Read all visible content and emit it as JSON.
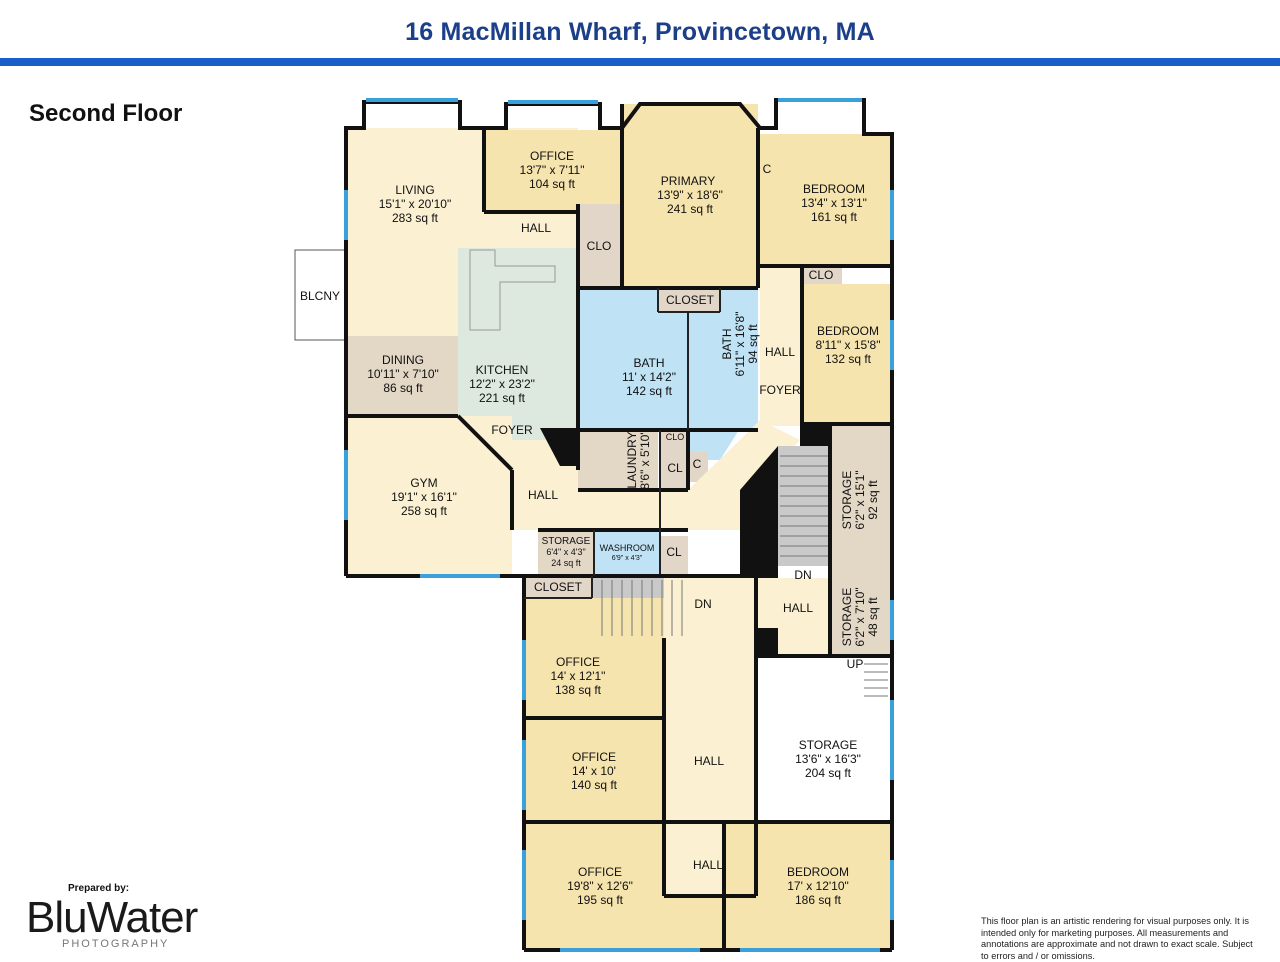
{
  "header": {
    "title": "16 MacMillan Wharf, Provincetown, MA",
    "floor": "Second Floor",
    "accent_color": "#1a5fc9",
    "title_color": "#1c3f8a"
  },
  "colors": {
    "room": "#fbf1d2",
    "office": "#f6e4ae",
    "bath": "#bfe3f5",
    "closet": "#e2d6c8",
    "dining": "#e3d7c6",
    "kitchen": "#dde8df",
    "stairs": "#c9c9c9",
    "window": "#3aa0dc",
    "wall": "#111111"
  },
  "rooms": {
    "living": {
      "name": "LIVING",
      "dims": "15'1\" x 20'10\"",
      "area": "283 sq ft"
    },
    "office_top": {
      "name": "OFFICE",
      "dims": "13'7\" x 7'11\"",
      "area": "104 sq ft"
    },
    "primary": {
      "name": "PRIMARY",
      "dims": "13'9\" x 18'6\"",
      "area": "241 sq ft"
    },
    "bedroom_ne": {
      "name": "BEDROOM",
      "dims": "13'4\" x 13'1\"",
      "area": "161 sq ft"
    },
    "bedroom_e": {
      "name": "BEDROOM",
      "dims": "8'11\" x 15'8\"",
      "area": "132 sq ft"
    },
    "dining": {
      "name": "DINING",
      "dims": "10'11\" x 7'10\"",
      "area": "86 sq ft"
    },
    "kitchen": {
      "name": "KITCHEN",
      "dims": "12'2\" x 23'2\"",
      "area": "221 sq ft"
    },
    "bath_main": {
      "name": "BATH",
      "dims": "11' x 14'2\"",
      "area": "142 sq ft"
    },
    "bath_small": {
      "name": "BATH",
      "dims": "6'11\" x 16'8\"",
      "area": "94 sq ft"
    },
    "gym": {
      "name": "GYM",
      "dims": "19'1\" x 16'1\"",
      "area": "258 sq ft"
    },
    "laundry": {
      "name": "LAUNDRY",
      "dims": "8'6\" x 5'10\""
    },
    "storage_e": {
      "name": "STORAGE",
      "dims": "6'2\" x 15'1\"",
      "area": "92 sq ft"
    },
    "storage_small": {
      "name": "STORAGE",
      "dims": "6'4\" x 4'3\"",
      "area": "24 sq ft"
    },
    "washroom": {
      "name": "WASHROOM",
      "dims": "6'9\" x 4'3\""
    },
    "storage_e2": {
      "name": "STORAGE",
      "dims": "6'2\" x 7'10\"",
      "area": "48 sq ft"
    },
    "office_1": {
      "name": "OFFICE",
      "dims": "14' x 12'1\"",
      "area": "138 sq ft"
    },
    "office_2": {
      "name": "OFFICE",
      "dims": "14' x 10'",
      "area": "140 sq ft"
    },
    "office_3": {
      "name": "OFFICE",
      "dims": "19'8\" x 12'6\"",
      "area": "195 sq ft"
    },
    "storage_big": {
      "name": "STORAGE",
      "dims": "13'6\" x 16'3\"",
      "area": "204 sq ft"
    },
    "bedroom_s": {
      "name": "BEDROOM",
      "dims": "17' x 12'10\"",
      "area": "186 sq ft"
    }
  },
  "labels": {
    "hall": "HALL",
    "clo": "CLO",
    "closet": "CLOSET",
    "c": "C",
    "cl": "CL",
    "blcny": "BLCNY",
    "foyer": "FOYER",
    "dn": "DN",
    "up": "UP"
  },
  "footer": {
    "prepared_by": "Prepared by:",
    "brand": "BluWater",
    "brand_sub": "PHOTOGRAPHY",
    "disclaimer": "This floor plan is an artistic rendering for visual purposes only. It is intended only for marketing purposes. All measurements and annotations are approximate and not drawn to exact scale. Subject to errors and / or omissions."
  }
}
